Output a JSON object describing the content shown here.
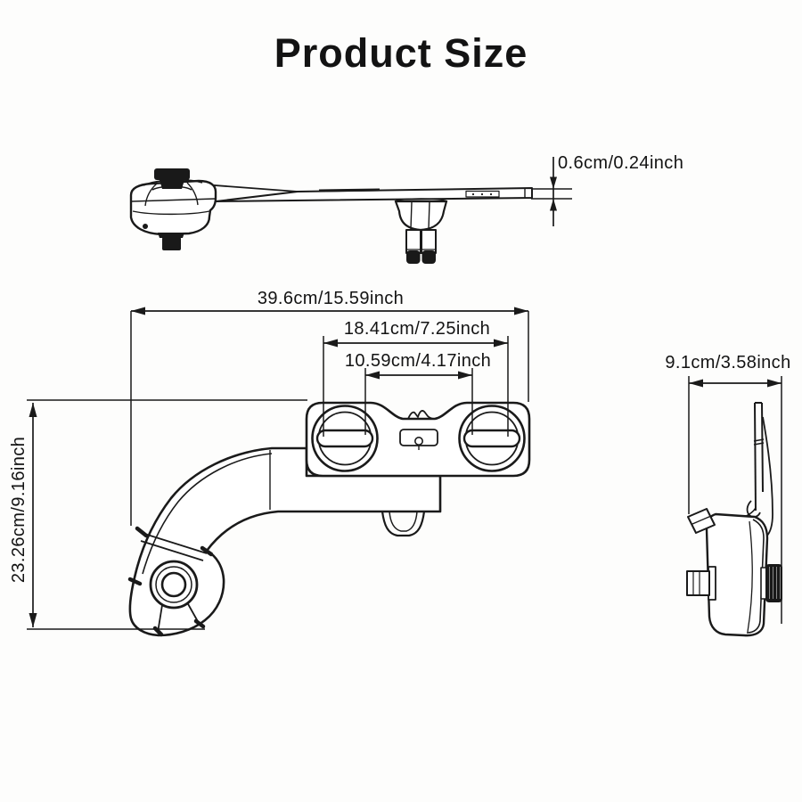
{
  "title": "Product Size",
  "colors": {
    "background": "#fdfdfc",
    "line": "#1a1a1a",
    "dark_fill": "#191919",
    "text": "#131313"
  },
  "dimensions": {
    "plate_thickness": "0.6cm/0.24inch",
    "overall_width": "39.6cm/15.59inch",
    "mount_hole_span": "18.41cm/7.25inch",
    "nozzle_slot_span": "10.59cm/4.17inch",
    "overall_height": "23.26cm/9.16inch",
    "side_depth": "9.1cm/3.58inch"
  }
}
